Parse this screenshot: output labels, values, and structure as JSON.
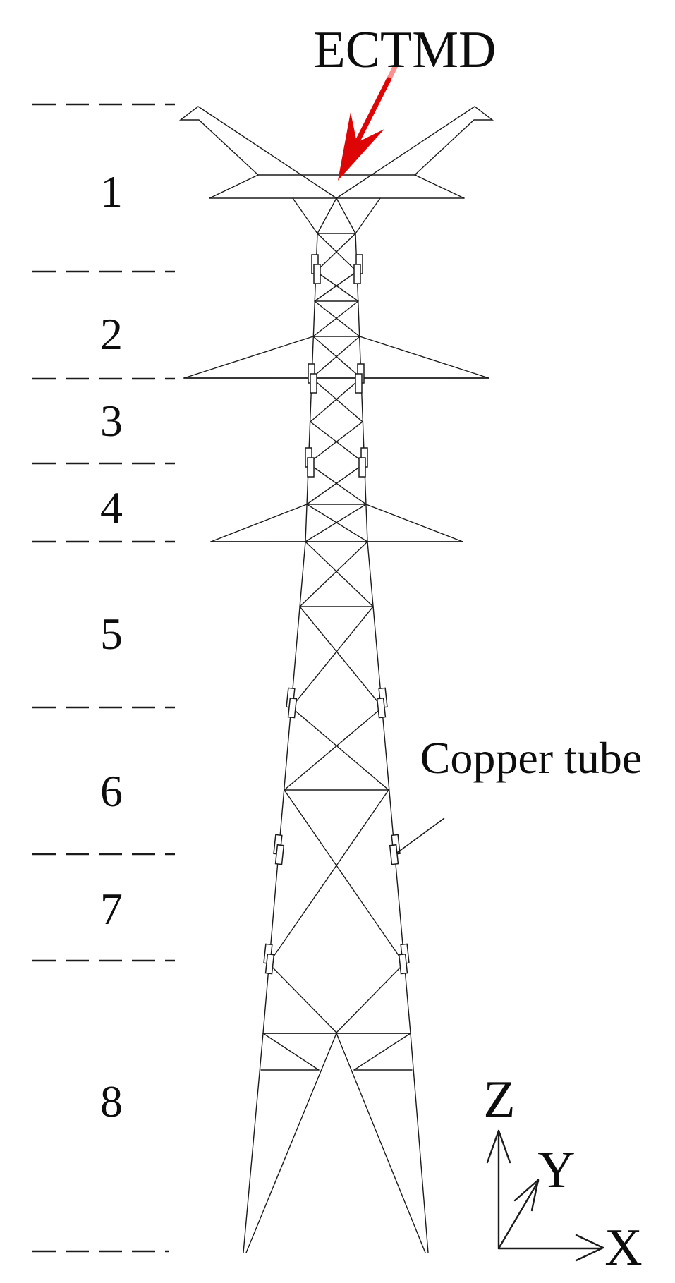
{
  "title_label": "ECTMD",
  "annotation": {
    "copper_tube_label": "Copper tube"
  },
  "axes": {
    "z": "Z",
    "y": "Y",
    "x": "X"
  },
  "sections": [
    {
      "label": "1"
    },
    {
      "label": "2"
    },
    {
      "label": "3"
    },
    {
      "label": "4"
    },
    {
      "label": "5"
    },
    {
      "label": "6"
    },
    {
      "label": "7"
    },
    {
      "label": "8"
    }
  ],
  "colors": {
    "background": "#ffffff",
    "line": "#1b1b1b",
    "arrow_red": "#dd0505",
    "arrow_red_fade": "#ff9090"
  }
}
